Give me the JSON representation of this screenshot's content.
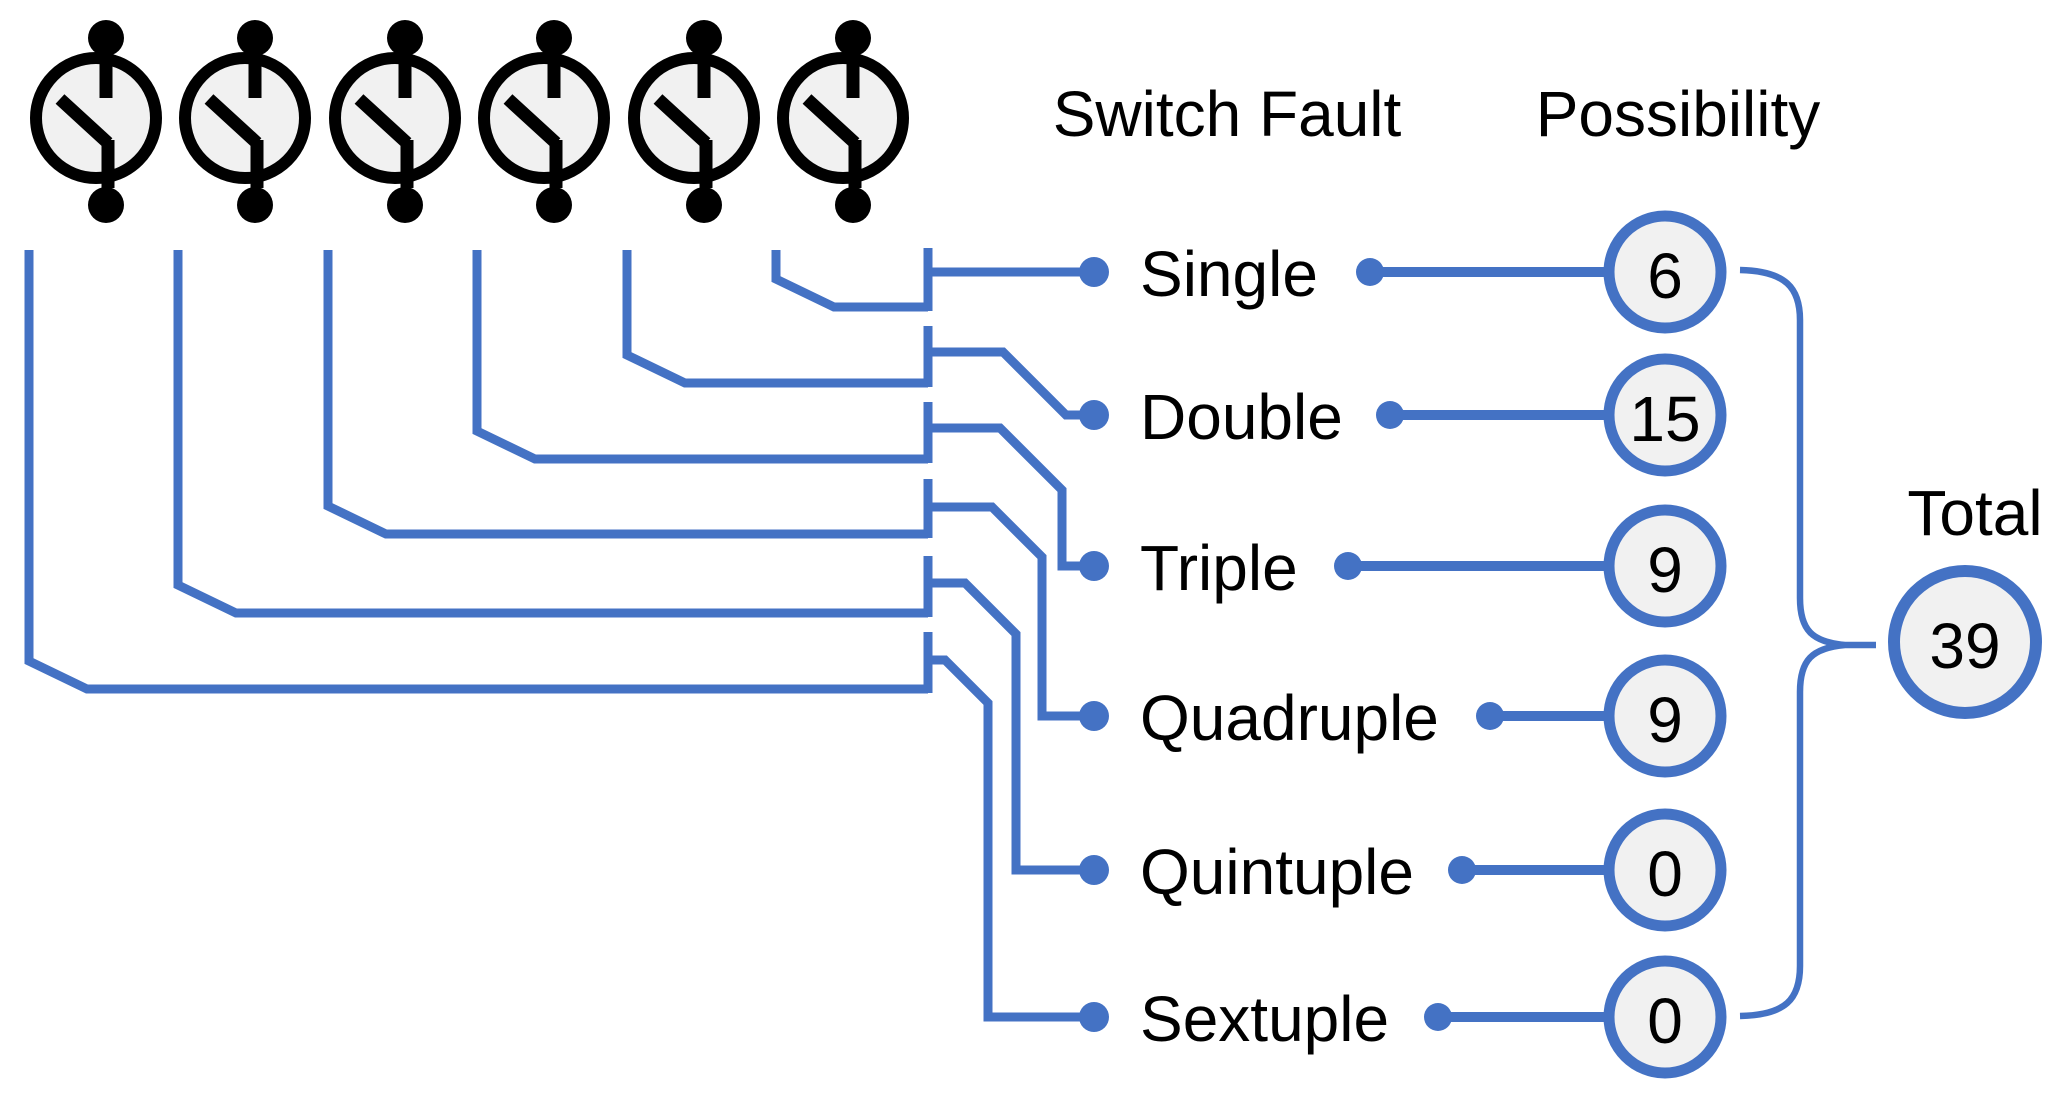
{
  "headers": {
    "switch_fault": "Switch Fault",
    "possibility": "Possibility"
  },
  "rows": [
    {
      "label": "Single",
      "value": "6"
    },
    {
      "label": "Double",
      "value": "15"
    },
    {
      "label": "Triple",
      "value": "9"
    },
    {
      "label": "Quadruple",
      "value": "9"
    },
    {
      "label": "Quintuple",
      "value": "0"
    },
    {
      "label": "Sextuple",
      "value": "0"
    }
  ],
  "total": {
    "label": "Total",
    "value": "39"
  },
  "switches": {
    "count": 6,
    "icon": "open-switch-icon",
    "state": "open"
  },
  "colors": {
    "accent_blue": "#4472C4",
    "node_fill": "#F1F1F1",
    "text": "#000000"
  }
}
